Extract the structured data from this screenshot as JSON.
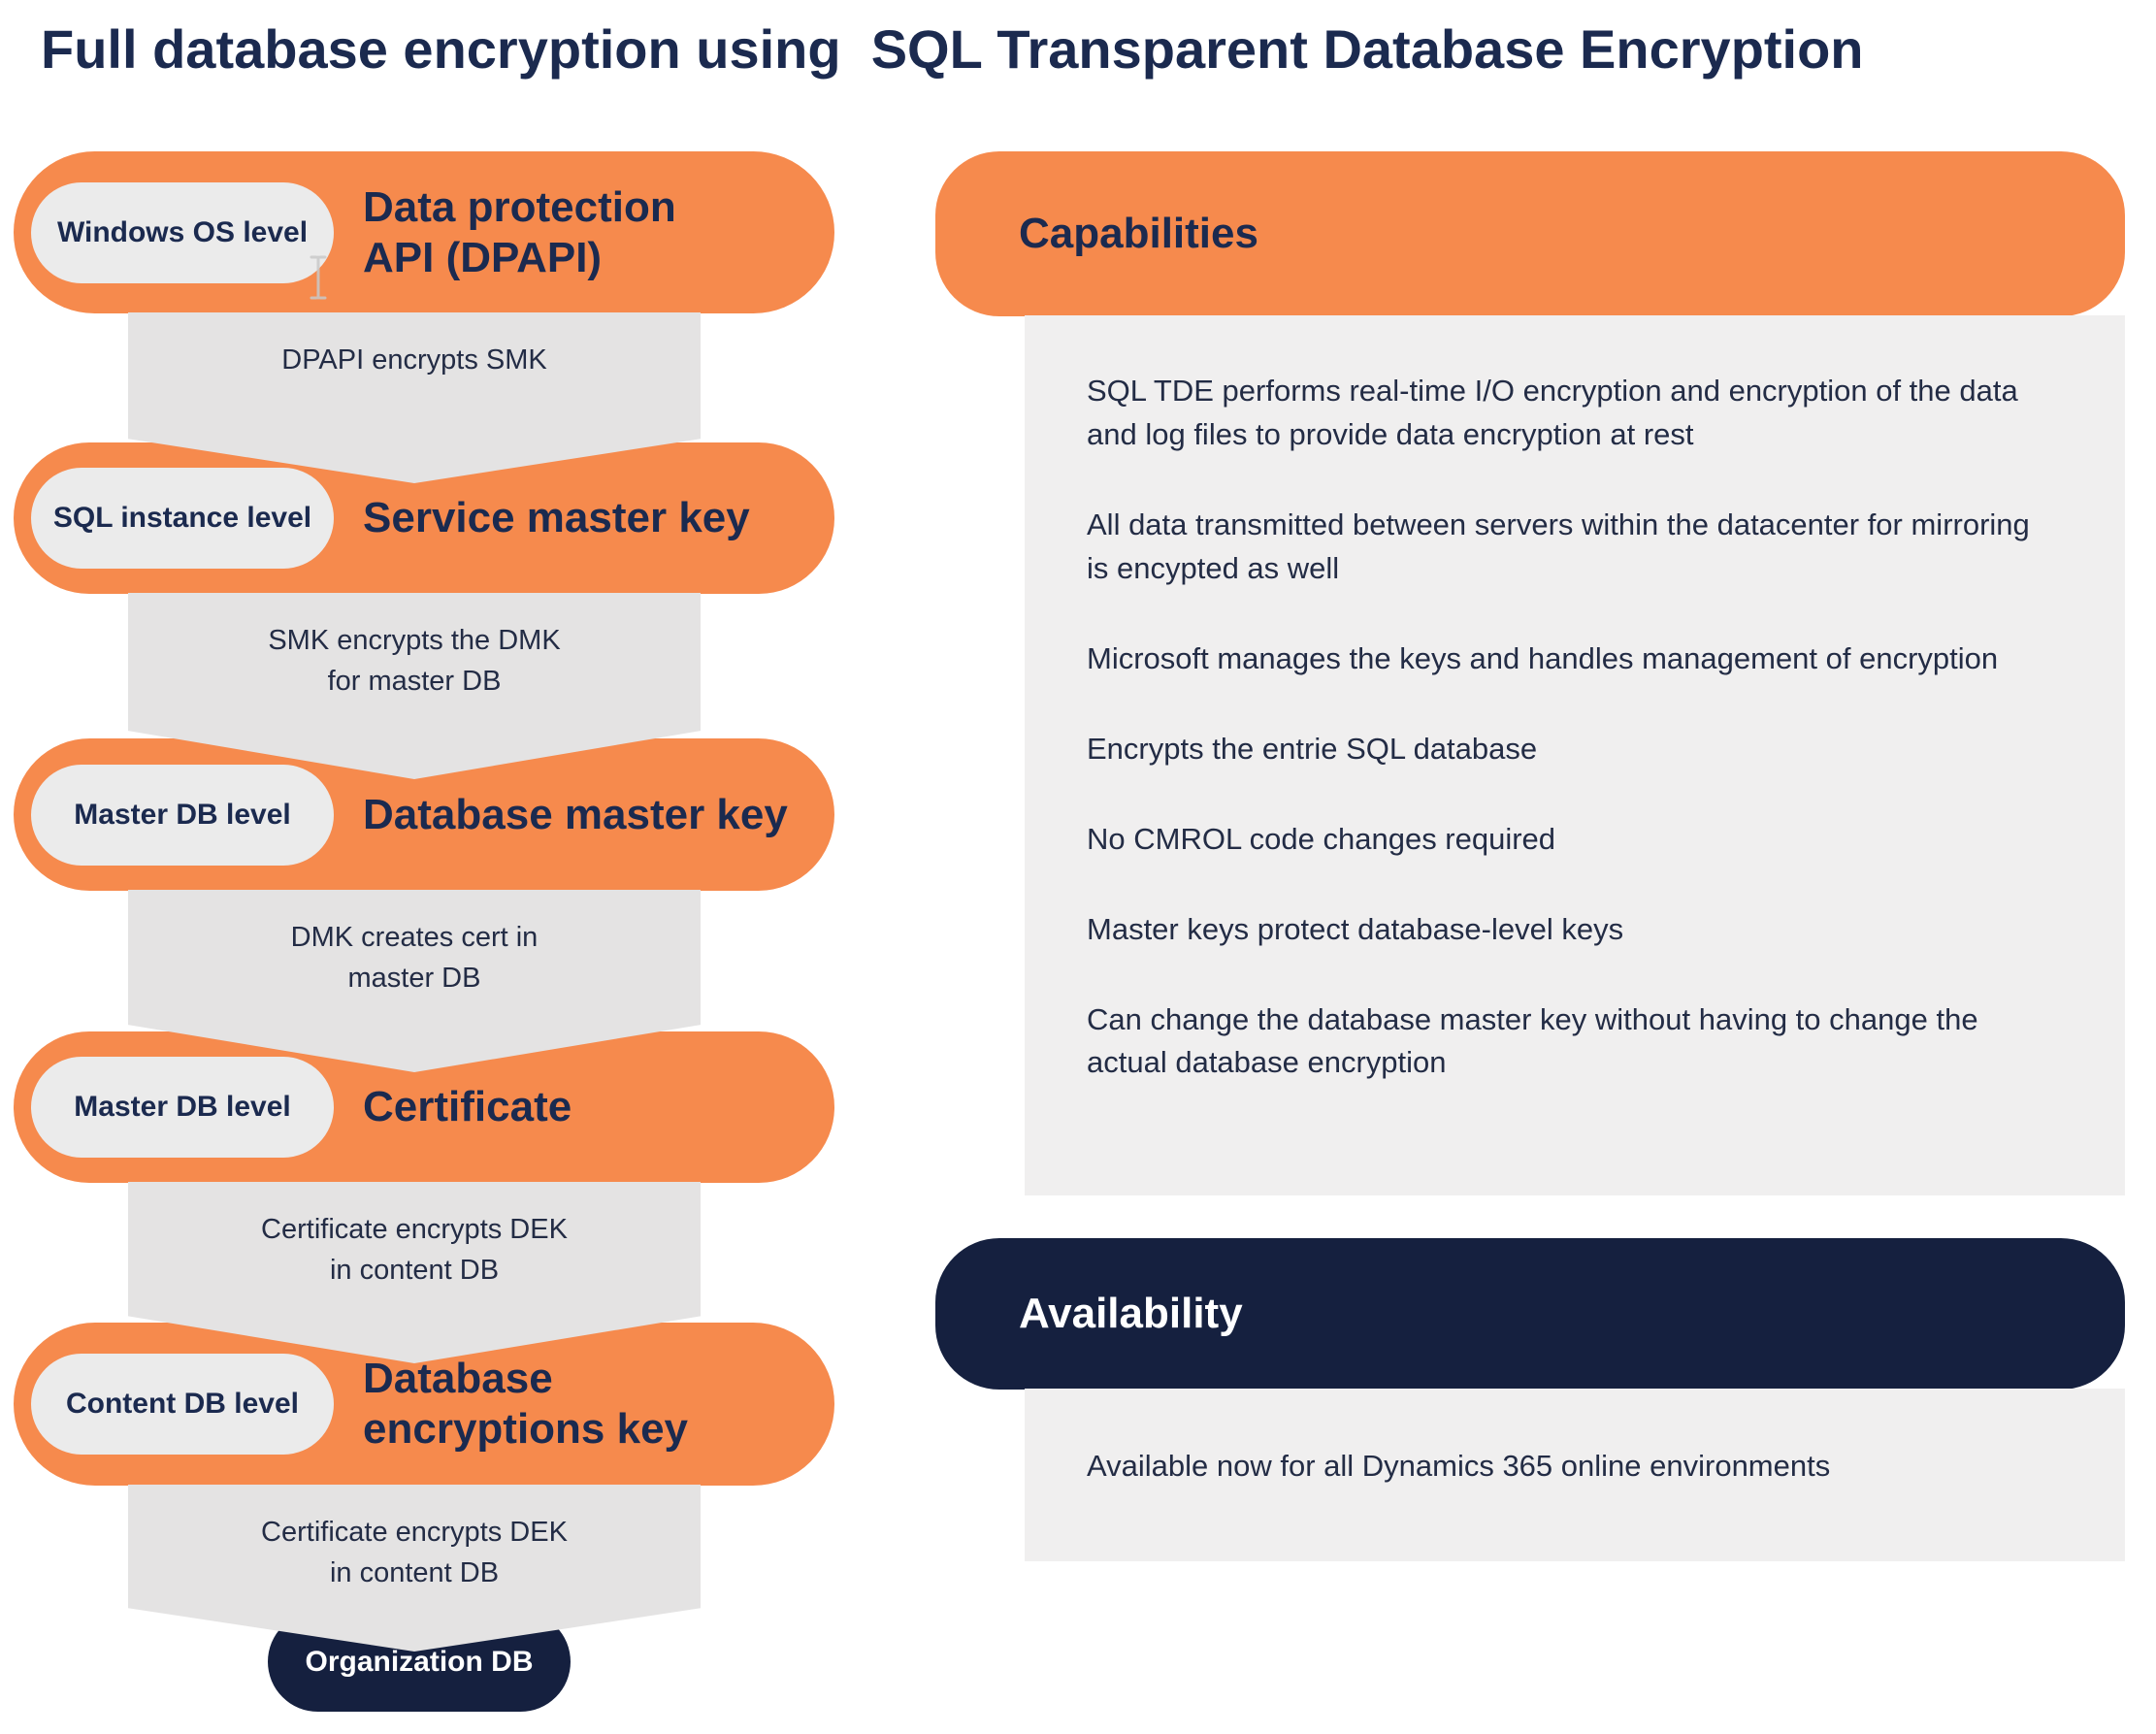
{
  "title": "Full database encryption using  SQL Transparent Database Encryption",
  "colors": {
    "orange": "#F68A4D",
    "navy": "#1B2A4F",
    "dark_navy": "#15203F",
    "arrow_gray": "#E4E3E3",
    "panel_gray": "#F0EFEF",
    "pill_gray": "#EBEBEB",
    "text": "#232C45",
    "white": "#FFFFFF"
  },
  "flow": {
    "steps": [
      {
        "level": "Windows OS level",
        "title": "Data protection\nAPI (DPAPI)"
      },
      {
        "level": "SQL instance level",
        "title": "Service master key"
      },
      {
        "level": "Master DB level",
        "title": "Database master key"
      },
      {
        "level": "Master DB level",
        "title": "Certificate"
      },
      {
        "level": "Content DB level",
        "title": "Database\nencryptions key"
      }
    ],
    "connectors": [
      "DPAPI encrypts SMK",
      "SMK encrypts the DMK\nfor master DB",
      "DMK creates cert in\nmaster DB",
      "Certificate encrypts DEK\nin content DB",
      "Certificate encrypts DEK\nin content DB"
    ],
    "terminal": "Organization DB"
  },
  "capabilities": {
    "heading": "Capabilities",
    "items": [
      "SQL TDE performs real-time I/O encryption and encryption of the data and log files to provide data encryption at rest",
      "All data transmitted between servers within the datacenter for mirroring is encypted as well",
      "Microsoft manages the keys and handles management of encryption",
      "Encrypts the entrie SQL database",
      "No CMROL code changes required",
      "Master keys protect database-level keys",
      "Can change the database master key without having to change the actual database encryption"
    ]
  },
  "availability": {
    "heading": "Availability",
    "items": [
      "Available now for all Dynamics 365 online environments"
    ]
  }
}
